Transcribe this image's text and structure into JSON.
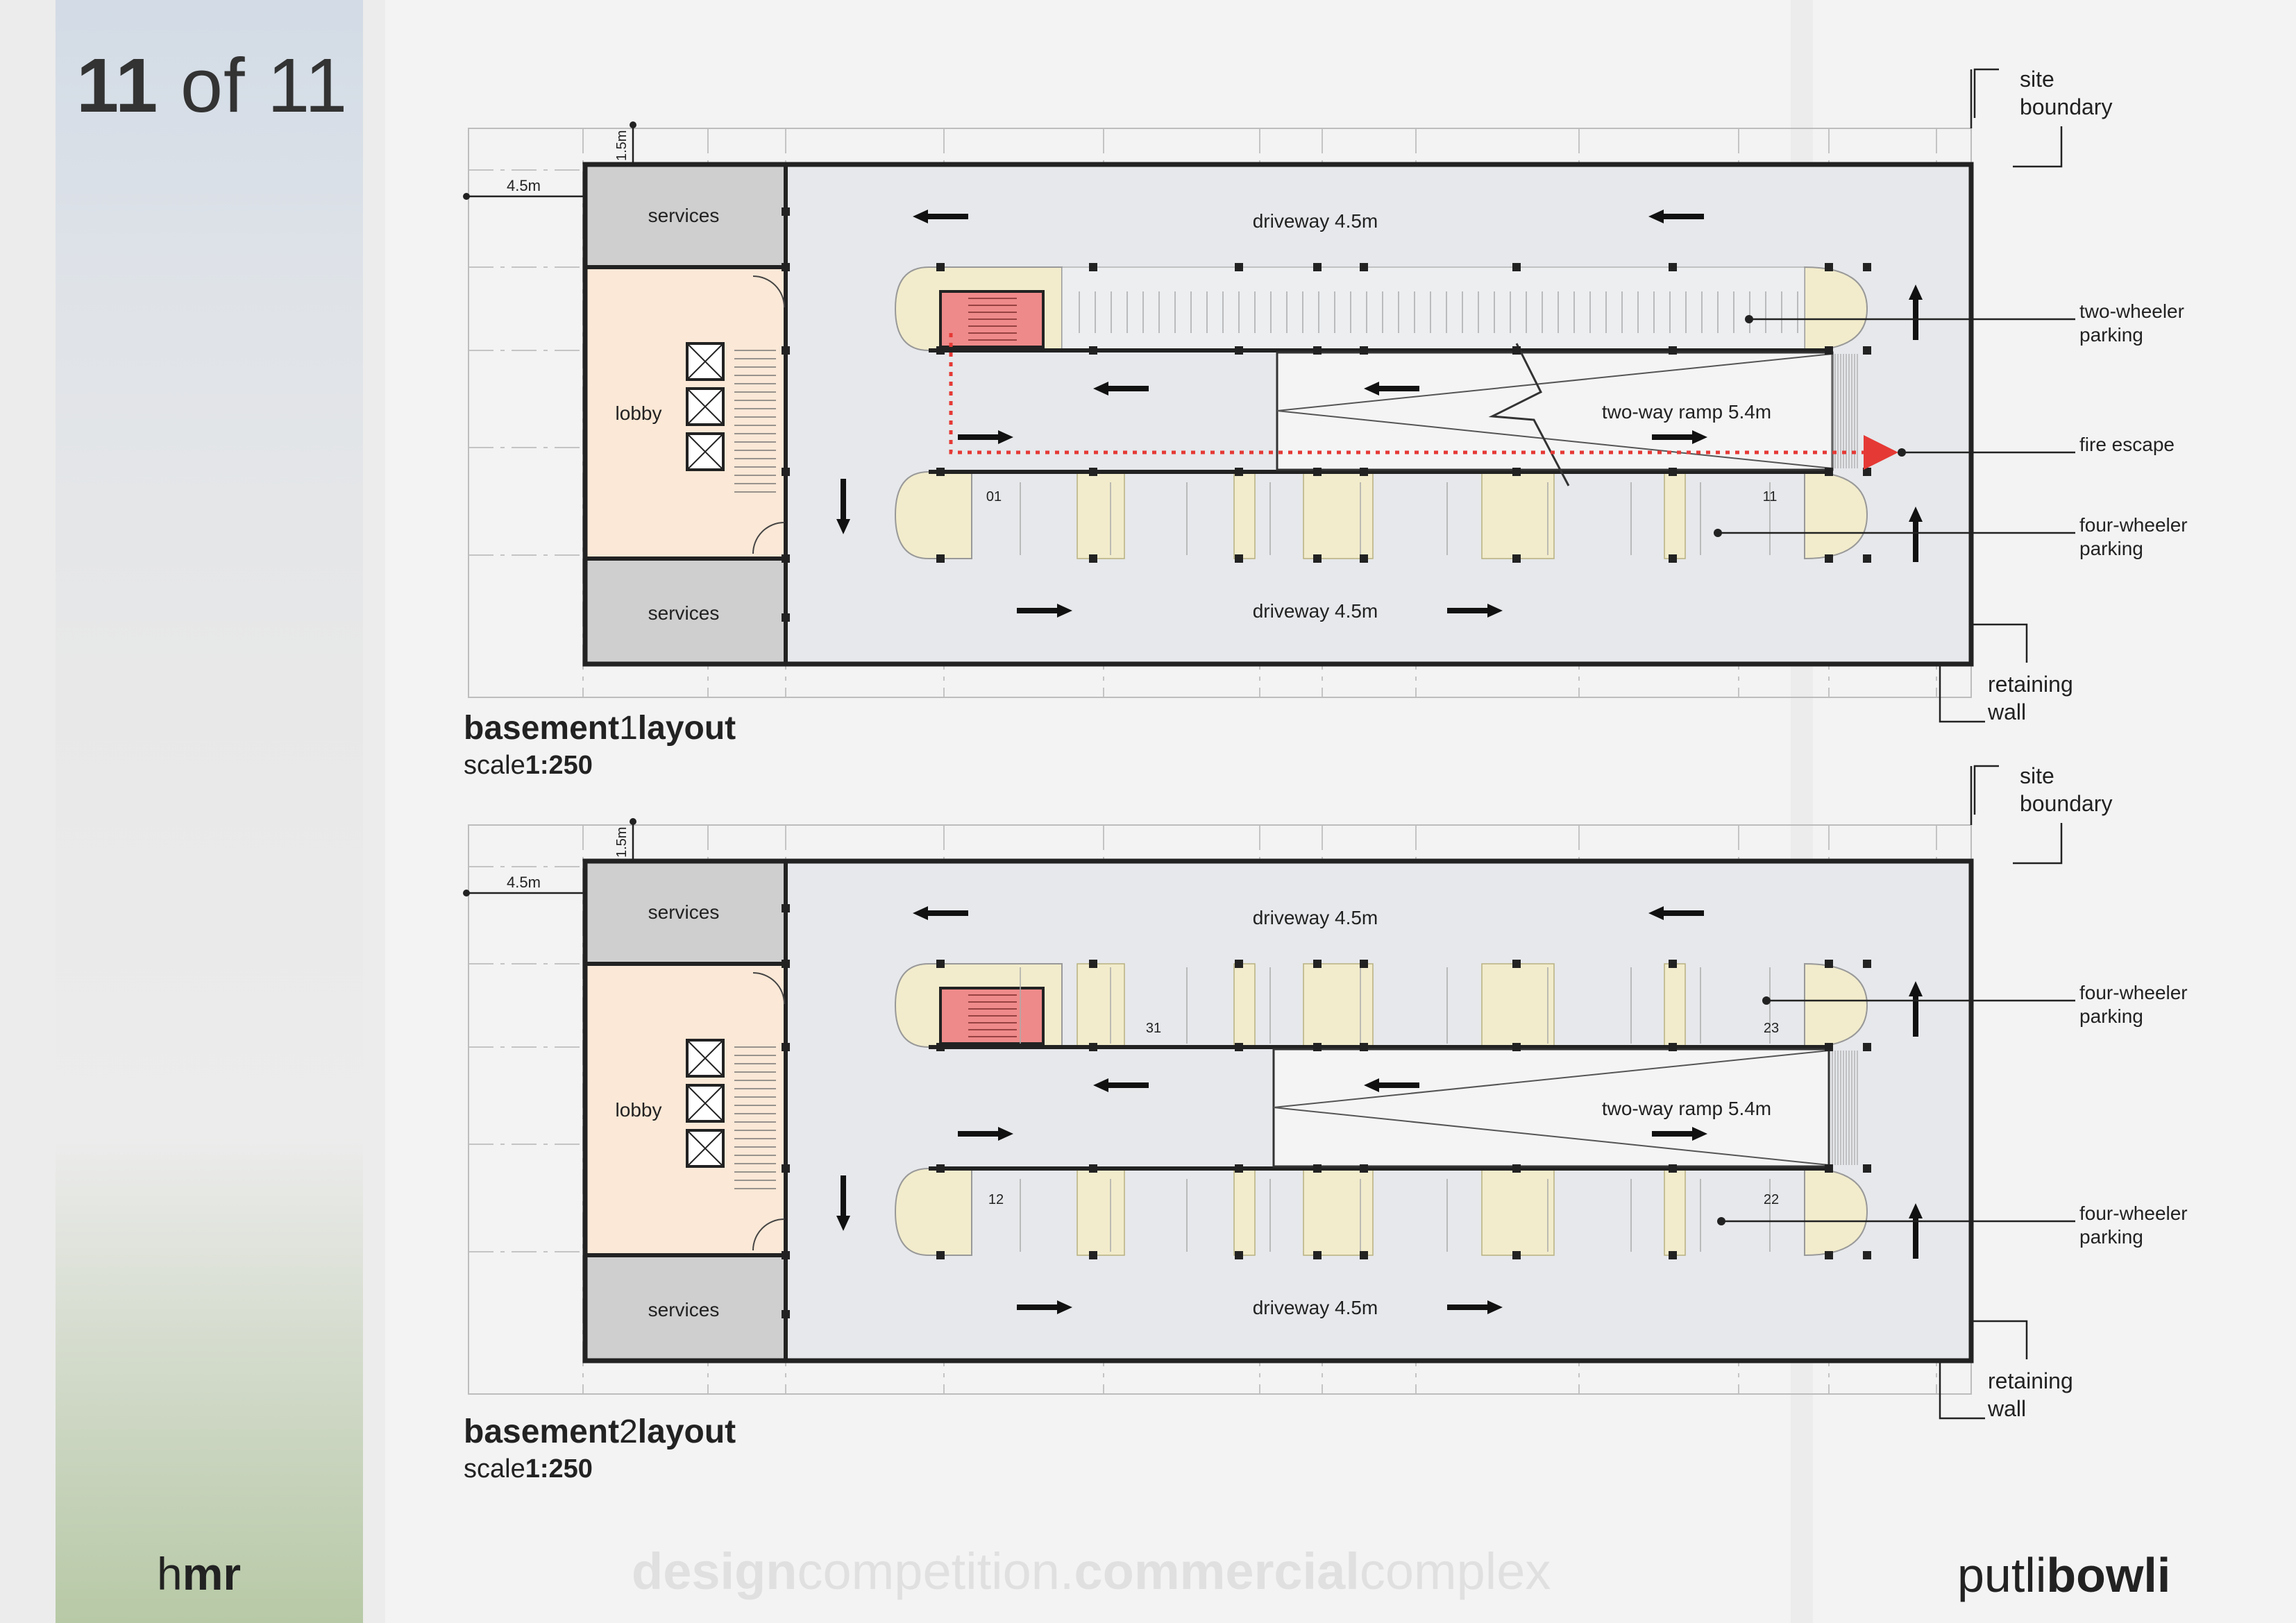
{
  "page_counter": {
    "current": "11",
    "separator": "of",
    "total": "11"
  },
  "footer": {
    "title_part1": "design",
    "title_part2": "competition.",
    "title_part3": "commercial",
    "title_part4": "complex",
    "left_logo_light": "h",
    "left_logo_bold": "mr",
    "right_logo_light": "putli",
    "right_logo_bold": "bowli"
  },
  "colors": {
    "fire_escape": "#e53935",
    "services": "#cfcfcf",
    "lobby": "#fbe8d6",
    "parking_floor": "#e6e8eb",
    "column_pad": "#f2eccc",
    "staircase": "#ef8a8a"
  },
  "dimensions": {
    "setback": "4.5m",
    "top_setback": "1.5m"
  },
  "basement1": {
    "title_bold_a": "basement",
    "title_num": "1",
    "title_bold_b": "layout",
    "scale_light": "scale",
    "scale_bold": "1:250",
    "rooms": {
      "services_top": "services",
      "lobby": "lobby",
      "services_bottom": "services"
    },
    "driveway_top": "driveway 4.5m",
    "driveway_bottom": "driveway 4.5m",
    "ramp": "two-way ramp 5.4m",
    "stall_numbers": [
      "01",
      "11"
    ],
    "callouts": {
      "site_boundary_1": "site",
      "site_boundary_2": "boundary",
      "two_wheeler_1": "two-wheeler",
      "two_wheeler_2": "parking",
      "fire_escape": "fire escape",
      "four_wheeler_1": "four-wheeler",
      "four_wheeler_2": "parking",
      "retaining_wall_1": "retaining",
      "retaining_wall_2": "wall"
    }
  },
  "basement2": {
    "title_bold_a": "basement",
    "title_num": "2",
    "title_bold_b": "layout",
    "scale_light": "scale",
    "scale_bold": "1:250",
    "rooms": {
      "services_top": "services",
      "lobby": "lobby",
      "services_bottom": "services"
    },
    "driveway_top": "driveway 4.5m",
    "driveway_bottom": "driveway 4.5m",
    "ramp": "two-way ramp 5.4m",
    "stall_numbers": [
      "31",
      "23",
      "12",
      "22"
    ],
    "callouts": {
      "site_boundary_1": "site",
      "site_boundary_2": "boundary",
      "four_wheeler_upper_1": "four-wheeler",
      "four_wheeler_upper_2": "parking",
      "four_wheeler_lower_1": "four-wheeler",
      "four_wheeler_lower_2": "parking",
      "retaining_wall_1": "retaining",
      "retaining_wall_2": "wall"
    }
  }
}
